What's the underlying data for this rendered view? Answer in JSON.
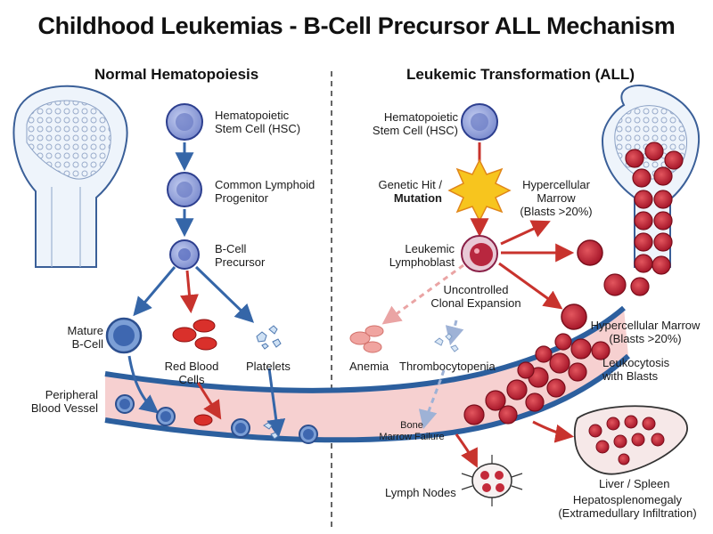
{
  "title": "Childhood Leukemias - B-Cell Precursor ALL Mechanism",
  "sections": {
    "normal": "Normal Hematopoiesis",
    "leukemic": "Leukemic Transformation (ALL)"
  },
  "normal": {
    "hsc": "Hematopoietic\nStem Cell (HSC)",
    "clp": "Common Lymphoid\nProgenitor",
    "precursor": "B-Cell\nPrecursor",
    "mature_b": "Mature\nB-Cell",
    "rbc": "Red Blood\nCells",
    "platelets": "Platelets",
    "vessel": "Peripheral\nBlood Vessel"
  },
  "leukemic": {
    "hsc": "Hematopoietic\nStem Cell (HSC)",
    "genetic_hit": "Genetic Hit /",
    "mutation": "Mutation",
    "lymphoblast": "Leukemic\nLymphoblast",
    "hypercellular_top": "Hypercellular\nMarrow\n(Blasts >20%)",
    "expansion": "Uncontrolled\nClonal Expansion",
    "hypercellular_side": "Hypercellular Marrow\n(Blasts >20%)",
    "anemia": "Anemia",
    "thrombocytopenia": "Thrombocytopenia",
    "leukocytosis": "Leukocytosis\nwith Blasts",
    "marrow_failure": "Bone\nMarrow Failure",
    "lymph_nodes": "Lymph Nodes",
    "liver_spleen": "Liver / Spleen",
    "hepatosplenomegaly": "Hepatosplenomegaly\n(Extramedullary Infiltration)"
  },
  "colors": {
    "stem_cell": "#8f9ed9",
    "progenitor": "#7f8fd0",
    "arrow_blue": "#3566a8",
    "arrow_red": "#c8332d",
    "rbc": "#d9302b",
    "blast": "#c42a3a",
    "vessel_lumen": "#f6d0d0",
    "vessel_wall": "#2c5f9e",
    "bone": "#eef4fb",
    "mutation_star": "#f7c51e"
  }
}
